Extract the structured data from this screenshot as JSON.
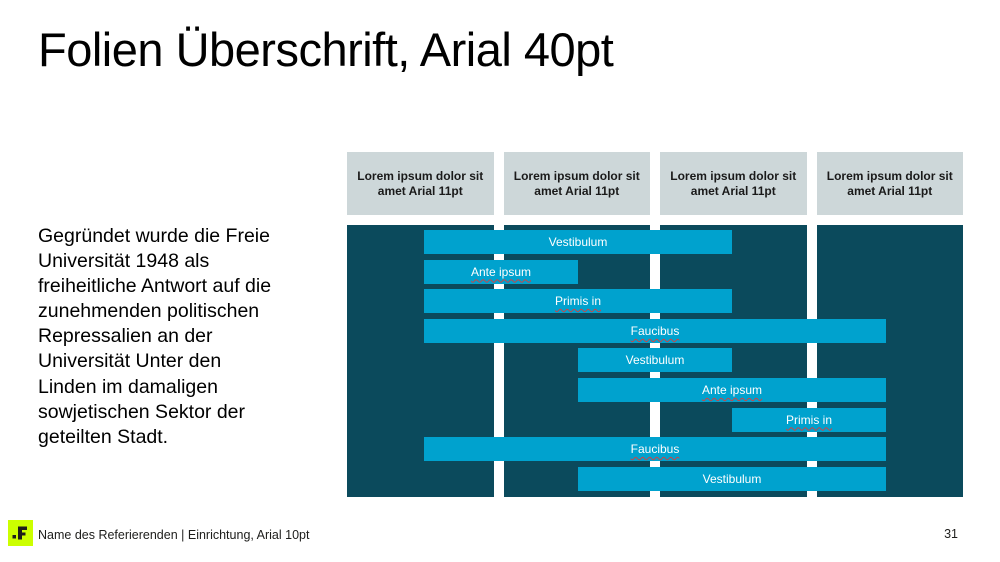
{
  "slide": {
    "title": "Folien Überschrift, Arial 40pt",
    "body_text": "Gegründet wurde die Freie\nUniversität 1948 als\nfreiheitliche Antwort auf die\nzunehmenden politischen\nRepressalien an der\nUniversität Unter den\nLinden im damaligen\nsowjetischen Sektor der\ngeteilten Stadt.",
    "footer_text": "Name des Referierenden | Einrichtung, Arial 10pt",
    "page_number": "31",
    "logo_icon": "fu-berlin-logo"
  },
  "colors": {
    "bar_cyan": "#00a2ce",
    "panel_teal": "#0b4a5c",
    "header_gray": "#cdd7d9",
    "logo_green": "#ccff00",
    "squiggle_red": "#cc4444",
    "background": "#ffffff"
  },
  "chart_data": {
    "type": "bar",
    "subtype": "gantt",
    "title": "",
    "xlabel": "",
    "ylabel": "",
    "axis_unit_range": [
      0,
      4
    ],
    "grid": "white vertical gutters between 4 columns",
    "legend": "none",
    "column_headers": [
      "Lorem ipsum dolor sit\namet Arial 11pt",
      "Lorem ipsum dolor sit\namet Arial 11pt",
      "Lorem ipsum dolor sit\namet Arial 11pt",
      "Lorem ipsum dolor sit\namet Arial 11pt"
    ],
    "bars": [
      {
        "row": 1,
        "label": "Vestibulum",
        "start": 0.5,
        "end": 2.5,
        "misspelled_underline": false
      },
      {
        "row": 2,
        "label": "Ante ipsum",
        "start": 0.5,
        "end": 1.5,
        "misspelled_underline": true
      },
      {
        "row": 3,
        "label": "Primis in",
        "start": 0.5,
        "end": 2.5,
        "misspelled_underline": true
      },
      {
        "row": 4,
        "label": "Faucibus",
        "start": 0.5,
        "end": 3.5,
        "misspelled_underline": true
      },
      {
        "row": 5,
        "label": "Vestibulum",
        "start": 1.5,
        "end": 2.5,
        "misspelled_underline": false
      },
      {
        "row": 6,
        "label": "Ante ipsum",
        "start": 1.5,
        "end": 3.5,
        "misspelled_underline": true
      },
      {
        "row": 7,
        "label": "Primis in",
        "start": 2.5,
        "end": 3.5,
        "misspelled_underline": true
      },
      {
        "row": 8,
        "label": "Faucibus",
        "start": 0.5,
        "end": 3.5,
        "misspelled_underline": true
      },
      {
        "row": 9,
        "label": "Vestibulum",
        "start": 1.5,
        "end": 3.5,
        "misspelled_underline": false
      }
    ]
  }
}
